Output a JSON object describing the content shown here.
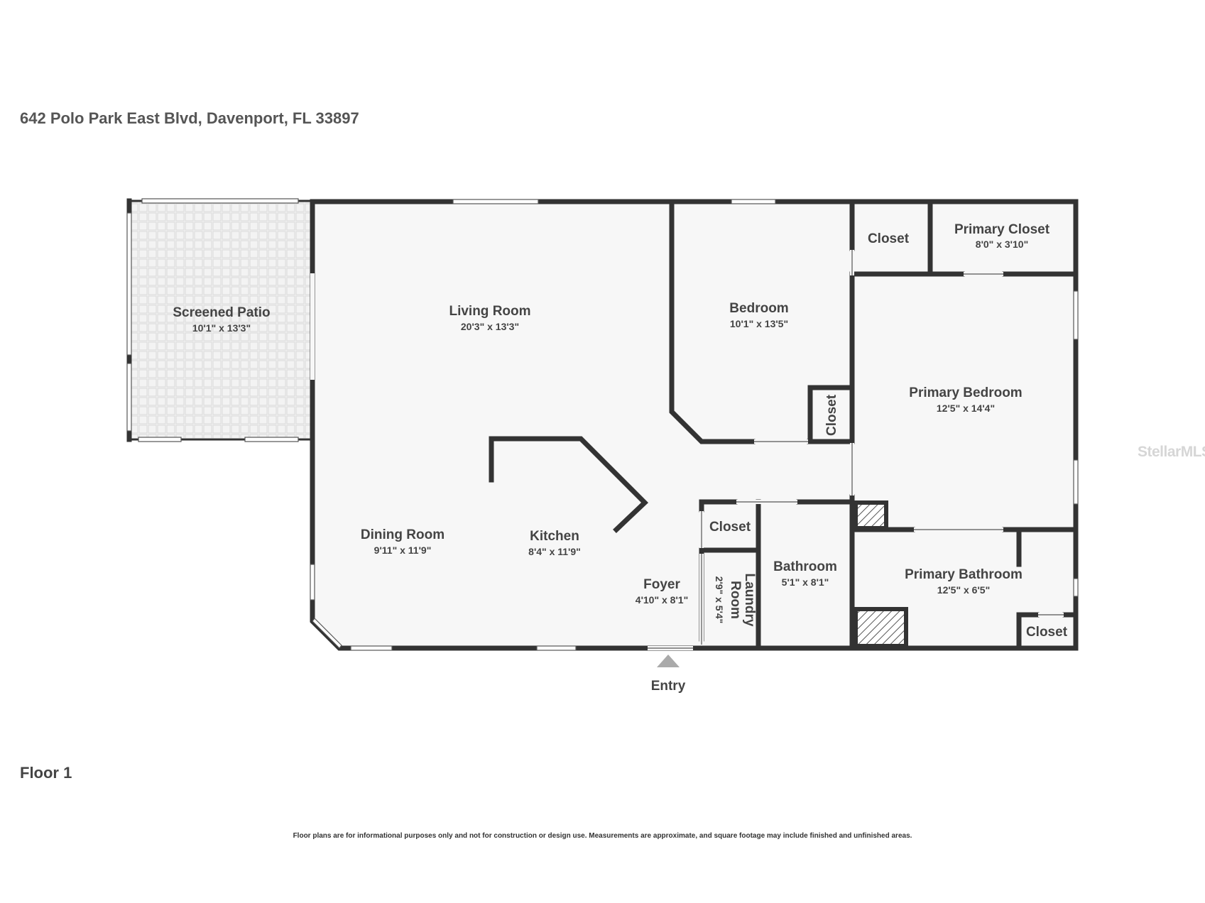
{
  "address": "642 Polo Park East Blvd, Davenport, FL 33897",
  "floor_label": "Floor 1",
  "disclaimer": "Floor plans are for informational purposes only and not for construction or design use. Measurements are approximate, and square footage may include finished and unfinished areas.",
  "watermark": "StellarMLS",
  "entry_label": "Entry",
  "colors": {
    "wall": "#333333",
    "floor": "#f7f7f7",
    "patio_tile": "#e6e6e6"
  },
  "rooms": {
    "screened_patio": {
      "name": "Screened Patio",
      "dim": "10'1\" x 13'3\""
    },
    "living_room": {
      "name": "Living Room",
      "dim": "20'3\" x 13'3\""
    },
    "bedroom": {
      "name": "Bedroom",
      "dim": "10'1\" x 13'5\""
    },
    "closet_top": {
      "name": "Closet"
    },
    "primary_closet": {
      "name": "Primary Closet",
      "dim": "8'0\" x 3'10\""
    },
    "closet_bedroom": {
      "name": "Closet"
    },
    "primary_bedroom": {
      "name": "Primary Bedroom",
      "dim": "12'5\" x 14'4\""
    },
    "dining_room": {
      "name": "Dining Room",
      "dim": "9'11\" x 11'9\""
    },
    "kitchen": {
      "name": "Kitchen",
      "dim": "8'4\" x 11'9\""
    },
    "foyer": {
      "name": "Foyer",
      "dim": "4'10\" x 8'1\""
    },
    "closet_hall": {
      "name": "Closet"
    },
    "laundry_room": {
      "name": "Laundry Room",
      "name_line1": "Laundry",
      "name_line2": "Room",
      "dim": "2'9\" x 5'4\""
    },
    "bathroom": {
      "name": "Bathroom",
      "dim": "5'1\" x 8'1\""
    },
    "primary_bathroom": {
      "name": "Primary Bathroom",
      "dim": "12'5\" x 6'5\""
    },
    "closet_bath": {
      "name": "Closet"
    }
  }
}
